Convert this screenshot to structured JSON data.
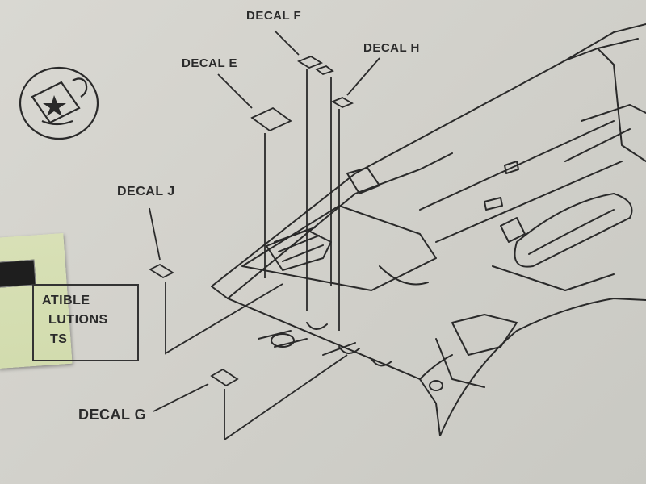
{
  "decals": {
    "f": "DECAL F",
    "h": "DECAL H",
    "e": "DECAL E",
    "j": "DECAL J",
    "g": "DECAL G"
  },
  "note_box": {
    "line1": "ATIBLE",
    "line2": "LUTIONS",
    "line3": "TS"
  },
  "icons": {
    "apply_decal": "decal-application-icon"
  },
  "colors": {
    "paper": "#d5d4ce",
    "ink": "#2b2b2b",
    "decal_sheet": "#d4ddb0"
  }
}
